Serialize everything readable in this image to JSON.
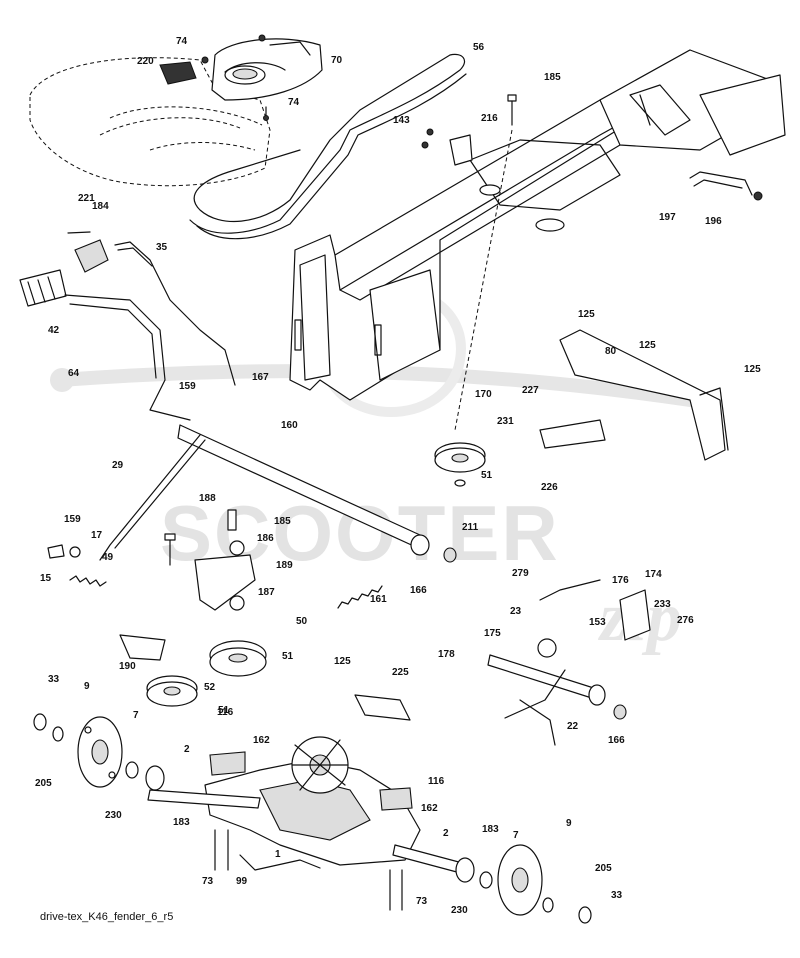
{
  "diagram": {
    "drawing_id": "drive-tex_K46_fender_6_r5",
    "watermark": {
      "word1": "SCOOTER",
      "word2": "zip"
    },
    "callouts": [
      "220",
      "74",
      "70",
      "56",
      "185",
      "74",
      "143",
      "216",
      "221",
      "184",
      "35",
      "197",
      "196",
      "42",
      "125",
      "80",
      "125",
      "125",
      "64",
      "159",
      "167",
      "160",
      "170",
      "227",
      "231",
      "29",
      "188",
      "51",
      "226",
      "185",
      "159",
      "186",
      "49",
      "17",
      "211",
      "15",
      "189",
      "279",
      "176",
      "174",
      "166",
      "187",
      "153",
      "23",
      "233",
      "276",
      "161",
      "50",
      "178",
      "175",
      "190",
      "125",
      "225",
      "51",
      "33",
      "9",
      "52",
      "7",
      "51",
      "116",
      "162",
      "22",
      "166",
      "205",
      "2",
      "116",
      "230",
      "183",
      "162",
      "2",
      "183",
      "7",
      "9",
      "73",
      "1",
      "205",
      "99",
      "73",
      "230",
      "33"
    ],
    "footer_label": "drive-tex_K46_fender_6_r5"
  }
}
